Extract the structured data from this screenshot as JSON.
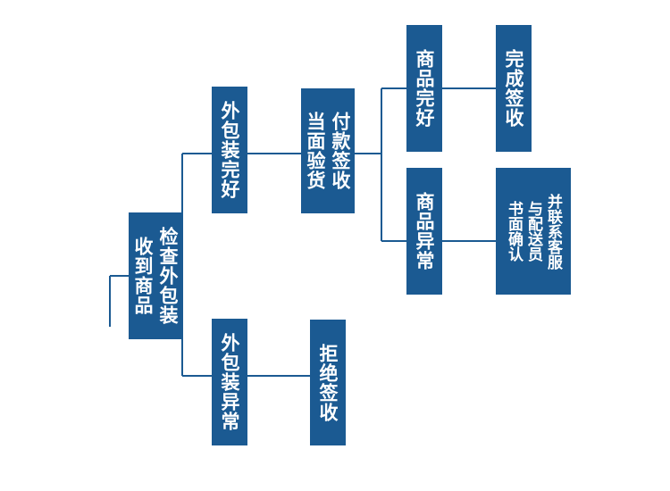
{
  "colors": {
    "box": "#1b5a92",
    "line": "#1b5a92",
    "text": "#ffffff"
  },
  "nodes": {
    "root": {
      "lines": [
        "检查外包装",
        "收到商品"
      ]
    },
    "package_intact": {
      "lines": [
        "外包装完好"
      ]
    },
    "package_abnormal": {
      "lines": [
        "外包装异常"
      ]
    },
    "pay_inspect": {
      "lines": [
        "付款签收",
        "当面验货"
      ]
    },
    "refuse": {
      "lines": [
        "拒绝签收"
      ]
    },
    "goods_intact": {
      "lines": [
        "商品完好"
      ]
    },
    "goods_abnormal": {
      "lines": [
        "商品异常"
      ]
    },
    "complete": {
      "lines": [
        "完成签收"
      ]
    },
    "contact": {
      "lines": [
        "并联系客服",
        "与配送员",
        "书面确认"
      ]
    }
  }
}
